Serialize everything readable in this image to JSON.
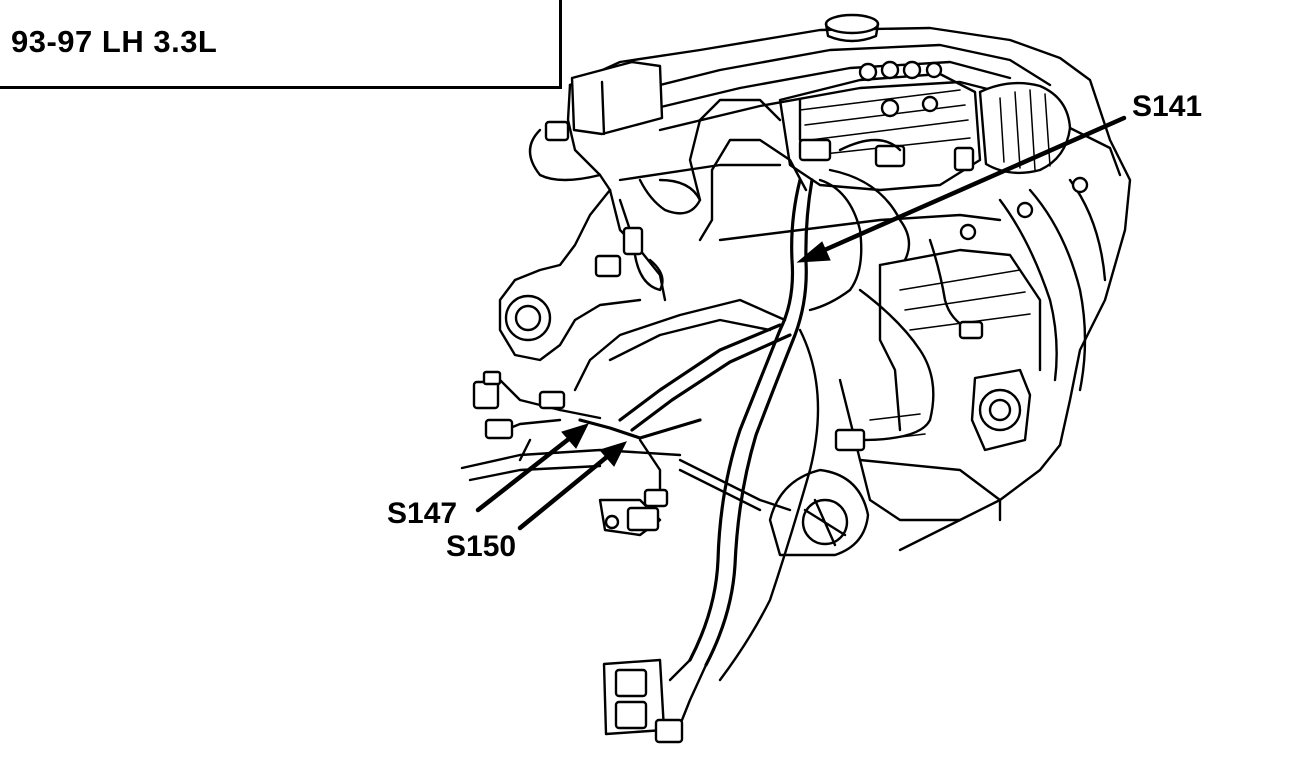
{
  "diagram": {
    "title": "93-97 LH 3.3L",
    "callouts": [
      {
        "id": "s141",
        "label": "S141"
      },
      {
        "id": "s147",
        "label": "S147"
      },
      {
        "id": "s150",
        "label": "S150"
      }
    ]
  }
}
